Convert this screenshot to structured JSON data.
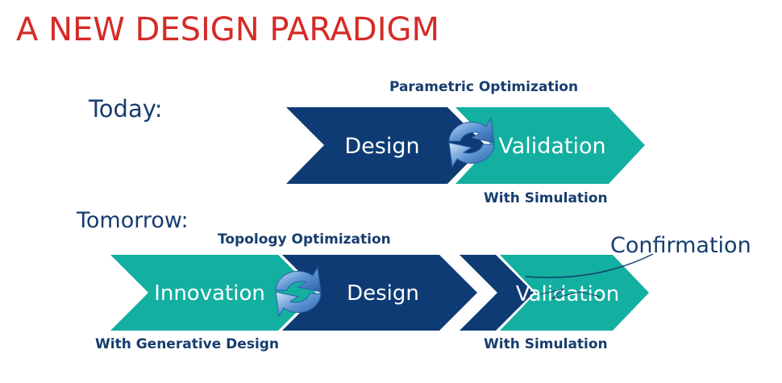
{
  "title": "A NEW DESIGN PARADIGM",
  "today": {
    "label": "Today:",
    "above": "Parametric Optimization",
    "stages": [
      "Design",
      "Validation"
    ],
    "below": "With Simulation"
  },
  "tomorrow": {
    "label": "Tomorrow:",
    "above": "Topology Optimization",
    "stages": [
      "Innovation",
      "Design",
      "Validation"
    ],
    "below_left": "With Generative Design",
    "below_right": "With Simulation",
    "annotation": "Confirmation"
  },
  "colors": {
    "title": "#d52b26",
    "navy": "#0e3b73",
    "teal": "#13afa0",
    "text": "#163d6e"
  }
}
